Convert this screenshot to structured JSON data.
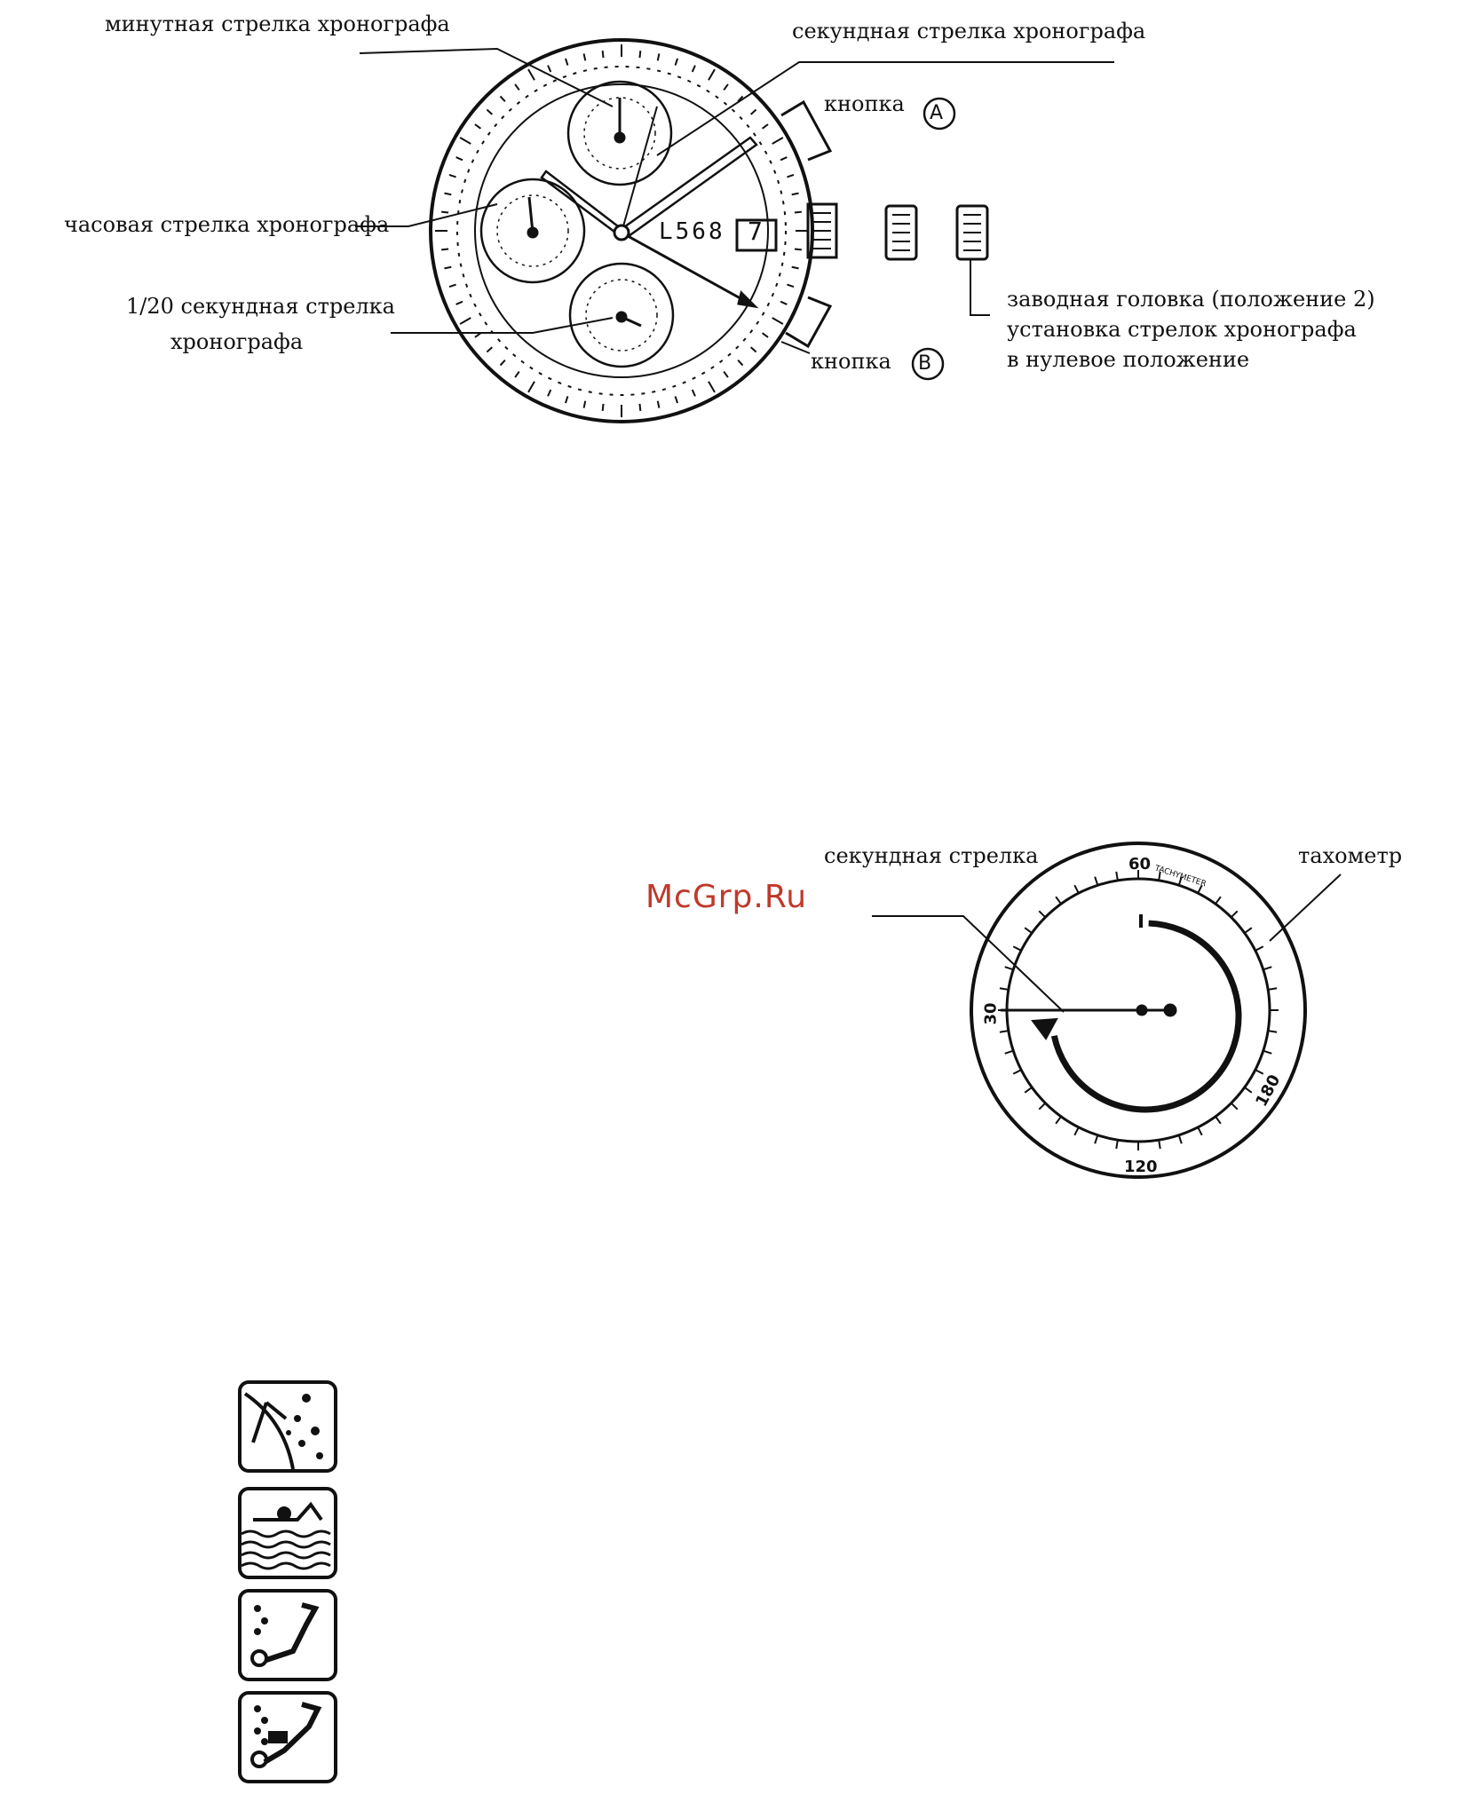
{
  "chronograph_diagram": {
    "labels": {
      "minute_hand": "минутная стрелка хронографа",
      "second_hand": "секундная стрелка хронографа",
      "hour_hand": "часовая стрелка хронографа",
      "twentieth_second_hand_line1": "1/20 секундная стрелка",
      "twentieth_second_hand_line2": "хронографа",
      "button_a": "кнопка",
      "button_a_letter": "A",
      "button_b": "кнопка",
      "button_b_letter": "B",
      "crown_line1": "заводная головка (положение 2)",
      "crown_line2": "установка стрелок хронографа",
      "crown_line3": "в нулевое положение"
    },
    "dial_text": {
      "caliber": "L568",
      "date": "7"
    }
  },
  "tachymeter_diagram": {
    "labels": {
      "second_hand": "секундная стрелка",
      "tachymeter": "тахометр"
    },
    "scale": {
      "top": "60",
      "left": "30",
      "right": "180",
      "bottom": "120",
      "ring_text": "TACHYMETER"
    }
  },
  "watermark": "McGrp.Ru",
  "icons": [
    "rain-splash-icon",
    "swimmer-icon",
    "snorkel-diver-icon",
    "scuba-diver-icon"
  ]
}
